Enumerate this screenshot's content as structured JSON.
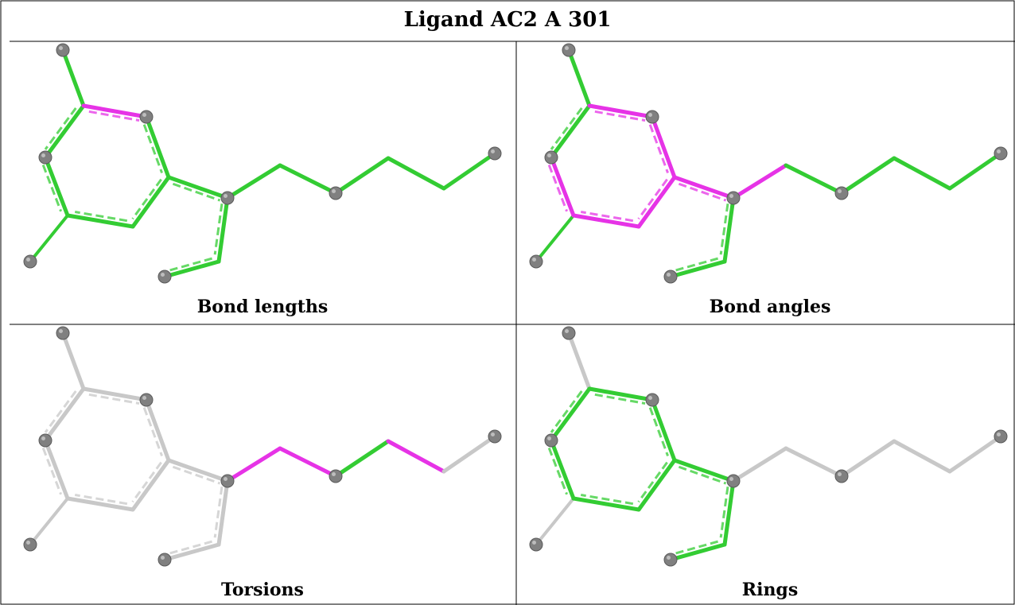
{
  "title": "Ligand AC2 A 301",
  "panels": [
    {
      "label": "Bond lengths",
      "bonds": [
        [
          "g",
          "g",
          "g",
          "m",
          "g",
          "g",
          "g",
          "g",
          "g",
          "g",
          "g",
          "g",
          "g",
          "g",
          "g"
        ]
      ]
    },
    {
      "label": "Bond angles",
      "bonds": [
        [
          "g",
          "g",
          "m",
          "m",
          "m",
          "m",
          "m",
          "m",
          "g",
          "g",
          "m",
          "g",
          "g",
          "g",
          "g"
        ]
      ]
    },
    {
      "label": "Torsions",
      "bonds": [
        [
          "l",
          "l",
          "l",
          "l",
          "l",
          "l",
          "l",
          "l",
          "l",
          "l",
          "m",
          "m",
          "g",
          "m",
          "l"
        ]
      ]
    },
    {
      "label": "Rings",
      "bonds": [
        [
          "l",
          "g",
          "g",
          "g",
          "g",
          "g",
          "g",
          "g",
          "g",
          "g",
          "l",
          "l",
          "l",
          "l",
          "l"
        ]
      ]
    }
  ],
  "colors": {
    "green": "#33cc33",
    "magenta": "#e633e6",
    "light": "#c8c8c8",
    "atom": "#808080",
    "grid": "#000000"
  }
}
